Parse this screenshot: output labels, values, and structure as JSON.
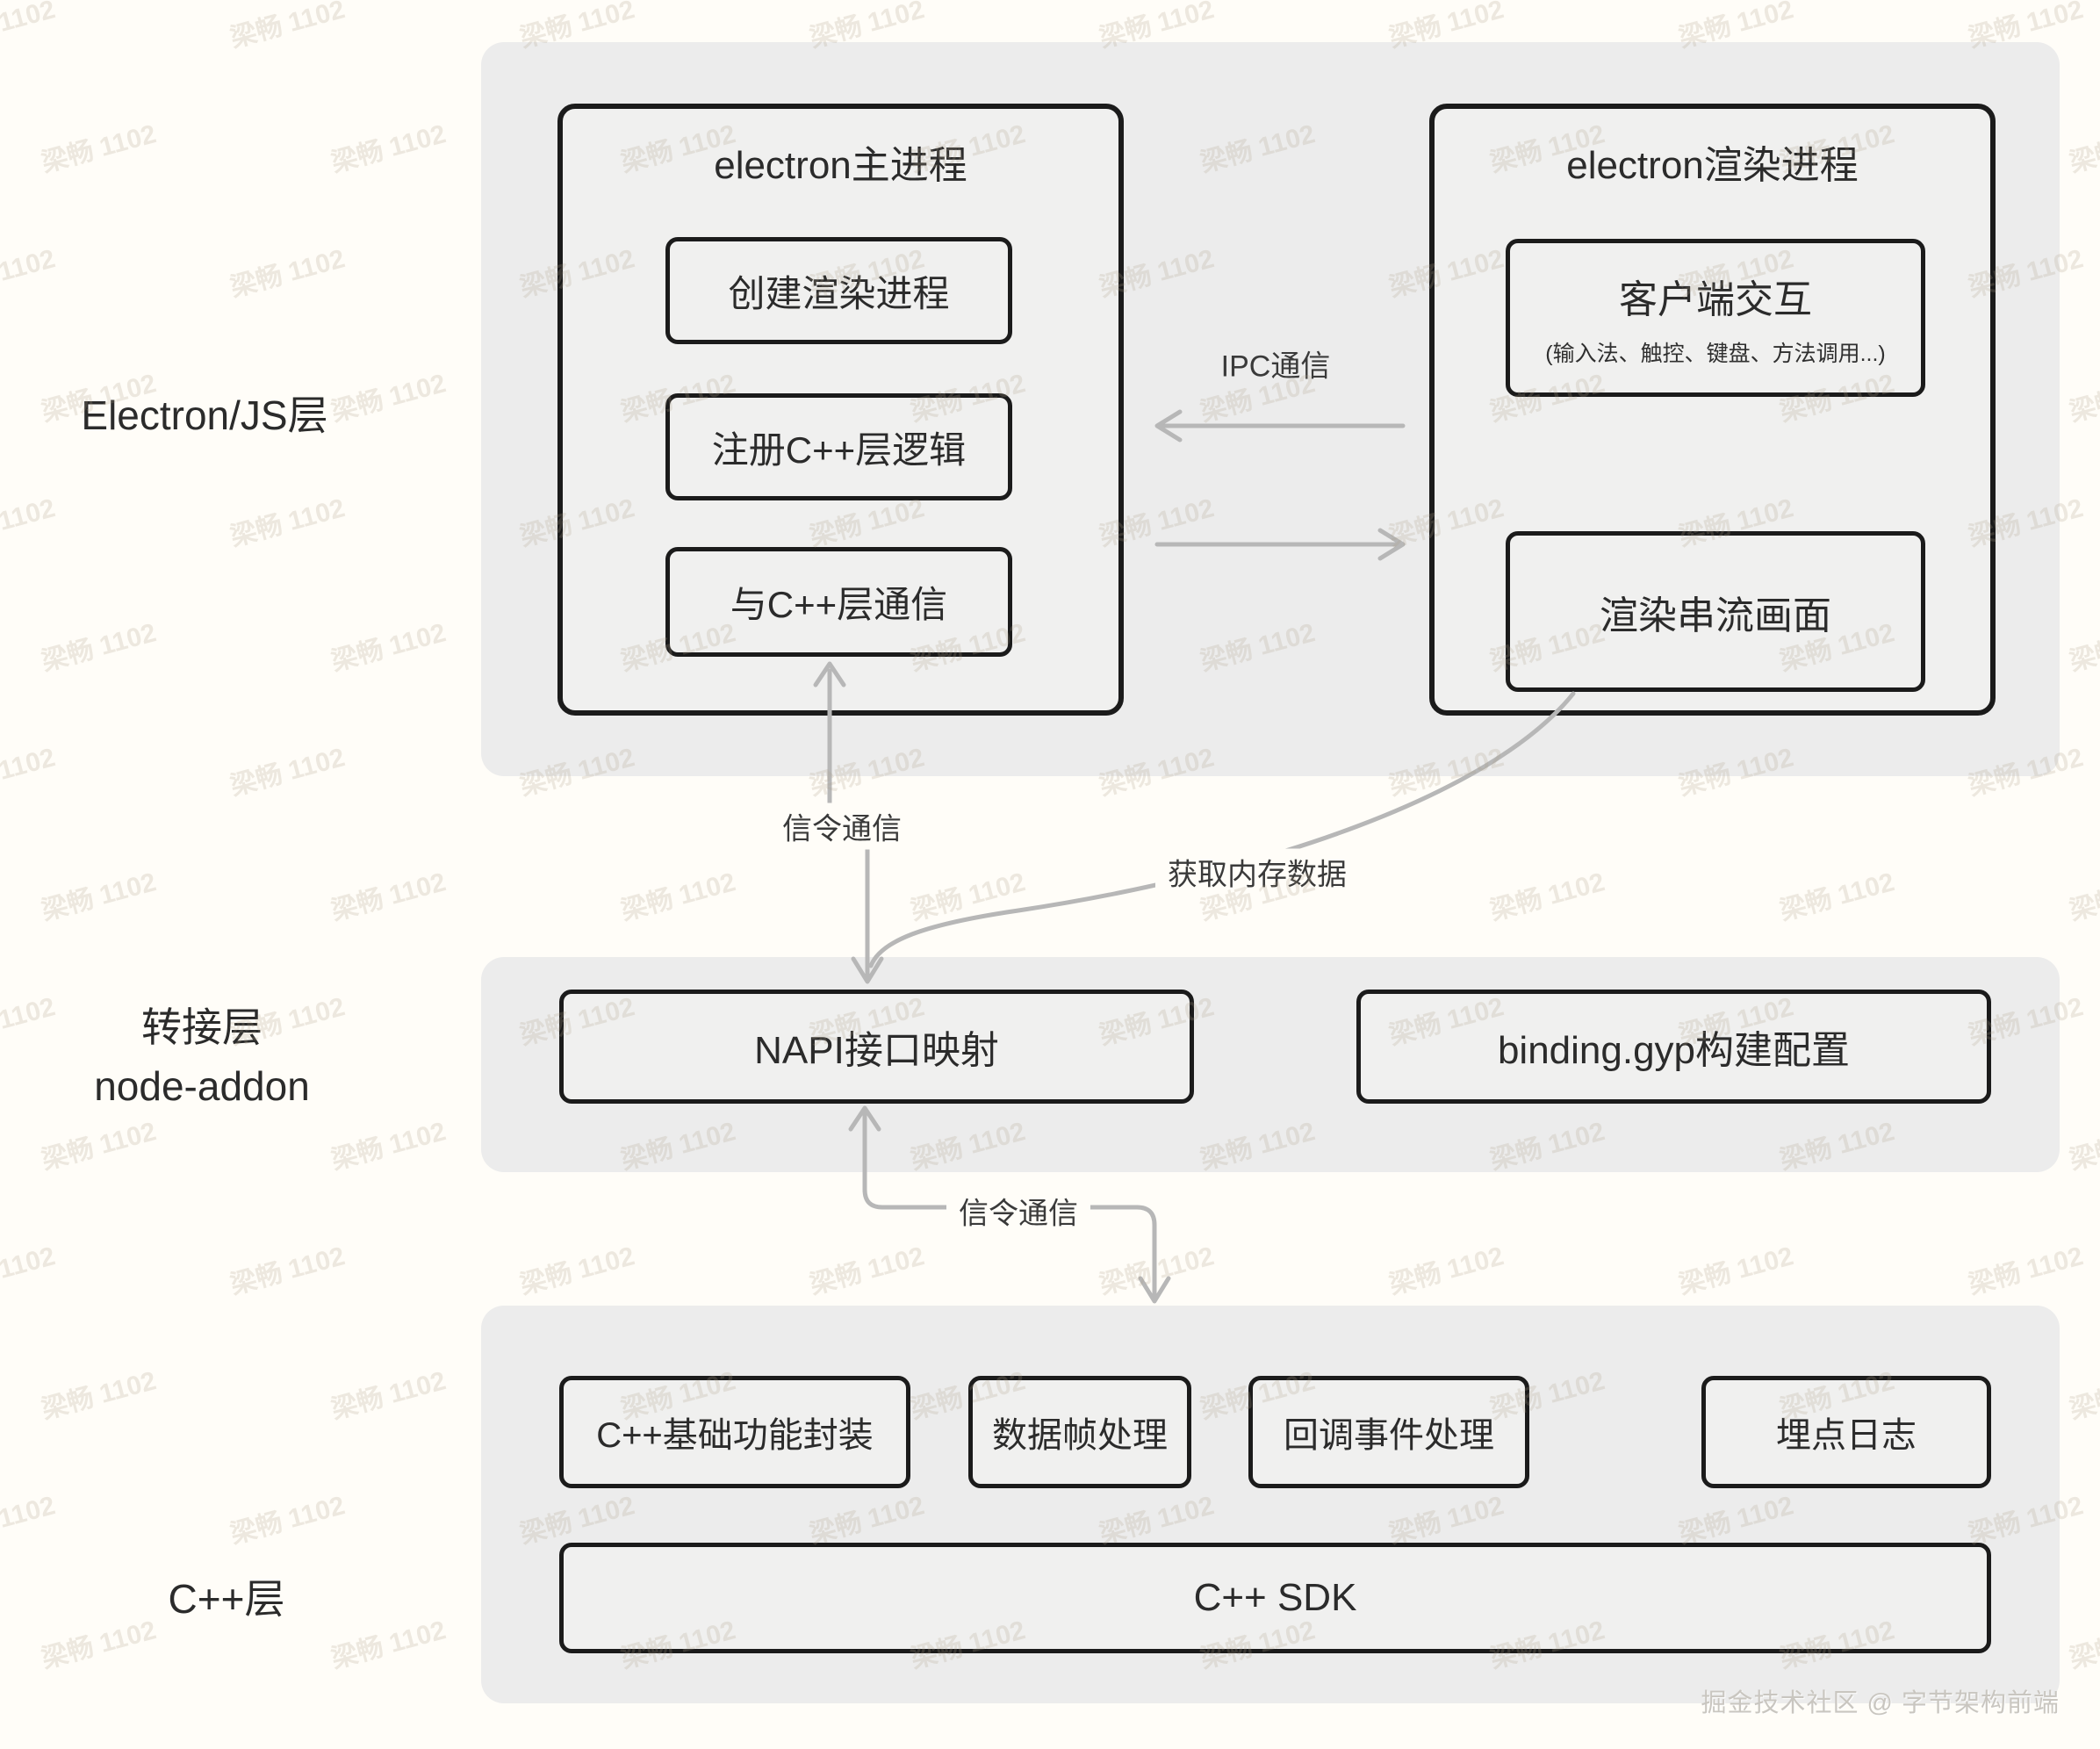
{
  "watermark": {
    "text": "梁畅 1102"
  },
  "footer": {
    "credit": "掘金技术社区 @ 字节架构前端"
  },
  "colors": {
    "page_bg": "#fffdf8",
    "band": "#ececec",
    "box_fill": "#f0f0ef",
    "box_border": "#1b1b1b",
    "arrow": "#b7b7b7",
    "text": "#2b2b2b"
  },
  "layers": {
    "electron": {
      "label": "Electron/JS层"
    },
    "adapter": {
      "label_line1": "转接层",
      "label_line2": "node-addon"
    },
    "cpp": {
      "label": "C++层"
    }
  },
  "nodes": {
    "main_process": {
      "title": "electron主进程",
      "children": [
        "创建渲染进程",
        "注册C++层逻辑",
        "与C++层通信"
      ]
    },
    "render_process": {
      "title": "electron渲染进程",
      "client_interaction": {
        "title": "客户端交互",
        "subtitle": "(输入法、触控、键盘、方法调用...)"
      },
      "render_stream": {
        "title": "渲染串流画面"
      }
    },
    "napi": {
      "title": "NAPI接口映射"
    },
    "binding": {
      "title": "binding.gyp构建配置"
    },
    "cpp_modules": [
      "C++基础功能封装",
      "数据帧处理",
      "回调事件处理",
      "埋点日志"
    ],
    "cpp_sdk": {
      "title": "C++ SDK"
    }
  },
  "edges": {
    "ipc": {
      "label": "IPC通信"
    },
    "signal_top": {
      "label": "信令通信"
    },
    "memory": {
      "label": "获取内存数据"
    },
    "signal_bottom": {
      "label": "信令通信"
    }
  }
}
